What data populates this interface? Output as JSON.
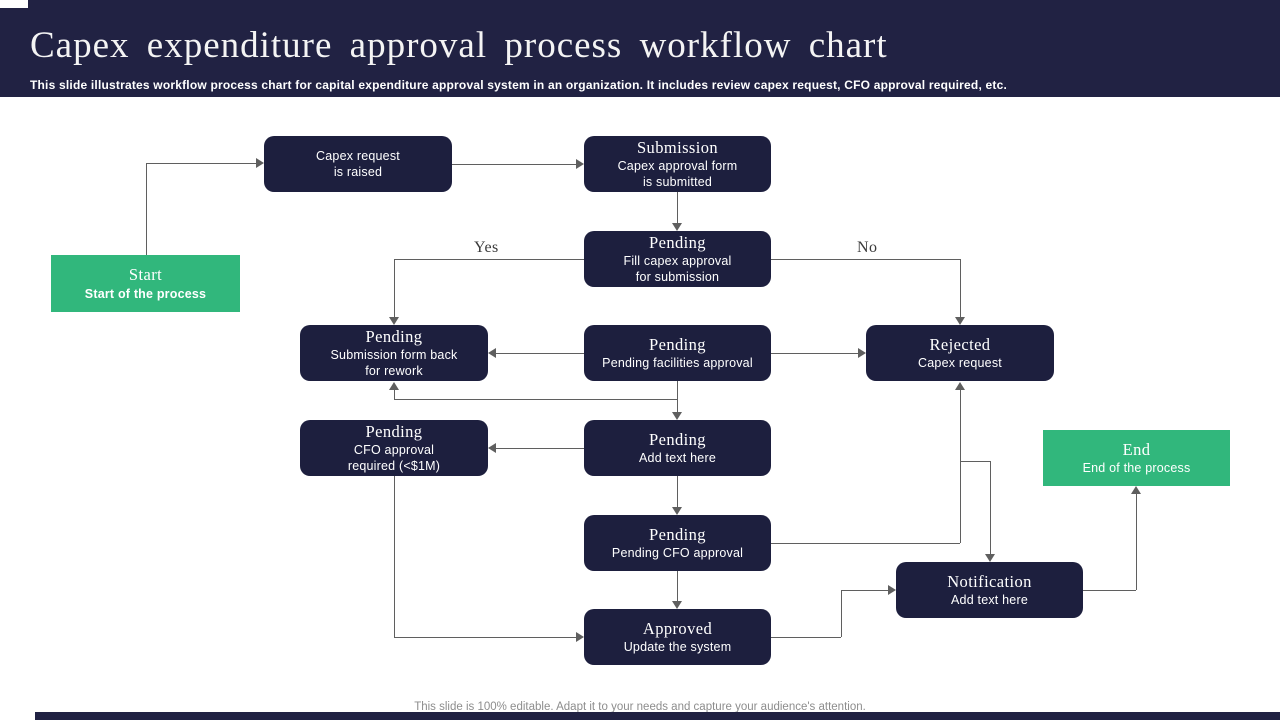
{
  "slide": {
    "title": "Capex expenditure approval process workflow chart",
    "subtitle": "This slide illustrates workflow process chart for capital expenditure approval system in an organization. It includes review capex request, CFO  approval required, etc.",
    "footer": "This slide is 100% editable.  Adapt it to your needs and capture your audience's attention."
  },
  "colors": {
    "header_bg": "#212243",
    "node_bg": "#1d1f3e",
    "accent_green": "#31b77c",
    "connector_gray": "#5f5f5f"
  },
  "labels": {
    "yes": "Yes",
    "no": "No"
  },
  "nodes": {
    "start": {
      "heading": "Start",
      "lines": [
        "Start of the process"
      ]
    },
    "capex_request": {
      "lines": [
        "Capex request",
        "is raised"
      ]
    },
    "submission": {
      "heading": "Submission",
      "lines": [
        "Capex approval  form",
        "is submitted"
      ]
    },
    "pending_fill": {
      "heading": "Pending",
      "lines": [
        "Fill capex approval",
        "for submission"
      ]
    },
    "pending_rework": {
      "heading": "Pending",
      "lines": [
        "Submission form  back",
        "for rework"
      ]
    },
    "pending_facilities": {
      "heading": "Pending",
      "lines": [
        "Pending facilities approval"
      ]
    },
    "rejected": {
      "heading": "Rejected",
      "lines": [
        "Capex request"
      ]
    },
    "pending_cfo_required": {
      "heading": "Pending",
      "lines": [
        "CFO  approval",
        "required  (<$1M)"
      ]
    },
    "pending_add_text": {
      "heading": "Pending",
      "lines": [
        "Add text here"
      ]
    },
    "end": {
      "heading": "End",
      "lines": [
        "End of the process"
      ]
    },
    "pending_cfo": {
      "heading": "Pending",
      "lines": [
        "Pending CFO  approval"
      ]
    },
    "notification": {
      "heading": "Notification",
      "lines": [
        "Add text here"
      ]
    },
    "approved": {
      "heading": "Approved",
      "lines": [
        "Update the system"
      ]
    }
  }
}
